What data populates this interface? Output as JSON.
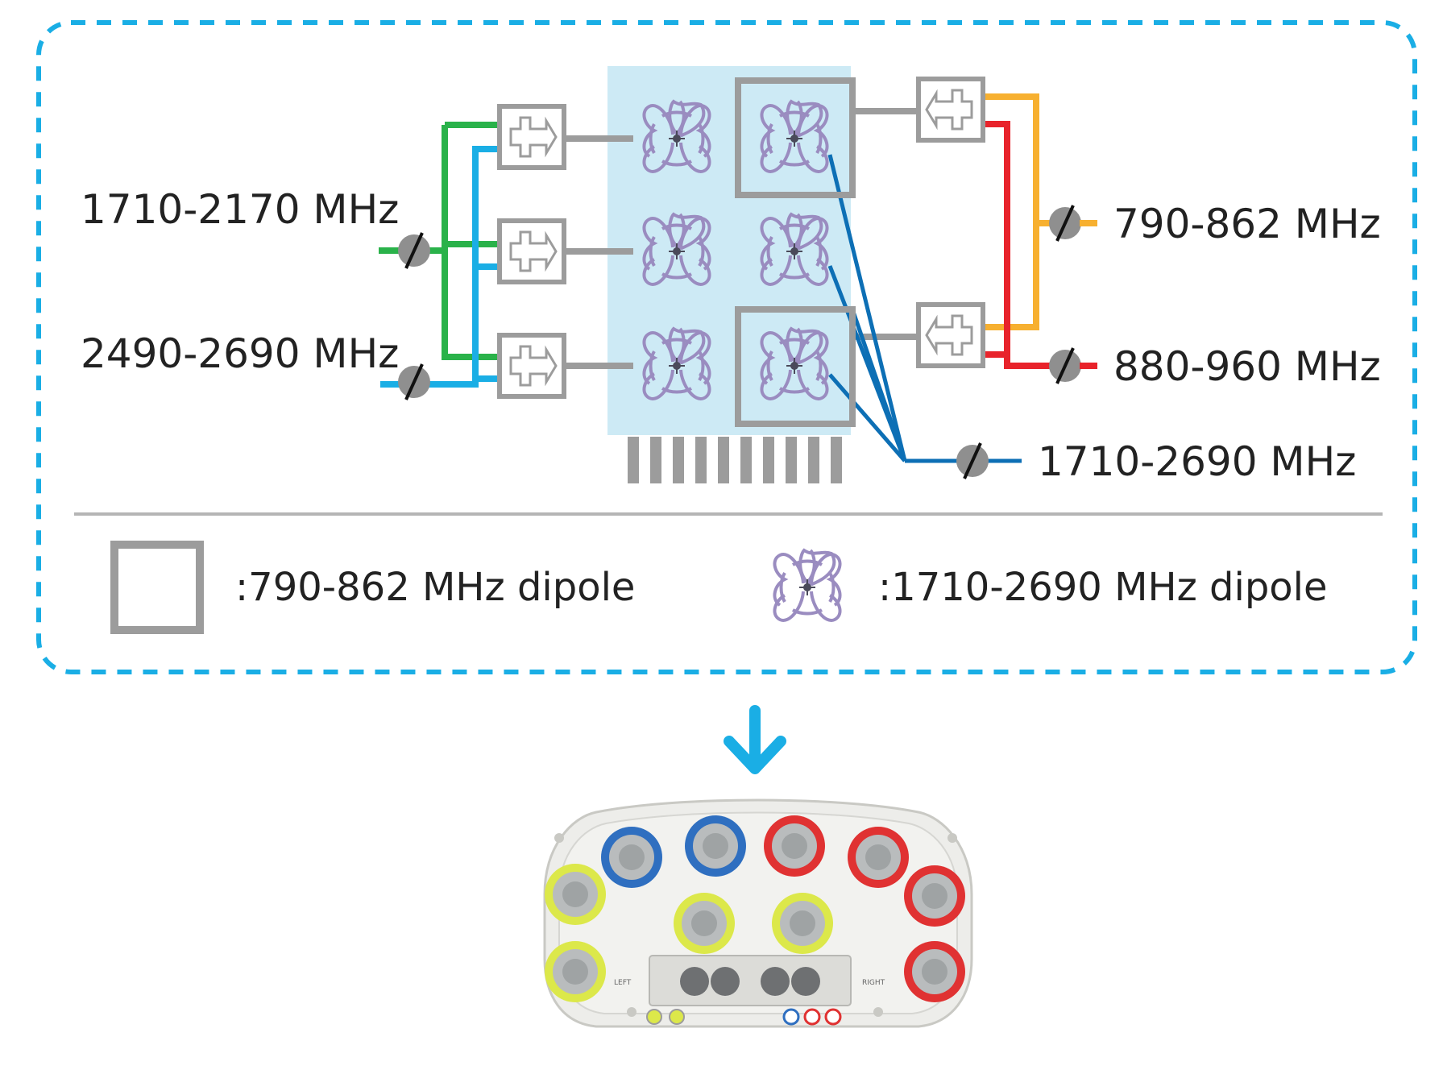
{
  "diagram": {
    "inputs": [
      {
        "id": "in-high",
        "label": "1710-2170 MHz",
        "color": "#2ab24a"
      },
      {
        "id": "in-low",
        "label": "2490-2690 MHz",
        "color": "#1aaee5"
      }
    ],
    "outputs": [
      {
        "id": "out-790",
        "label": "790-862 MHz",
        "color": "#f7b030"
      },
      {
        "id": "out-880",
        "label": "880-960 MHz",
        "color": "#e8232b"
      },
      {
        "id": "out-1710",
        "label": "1710-2690 MHz",
        "color": "#0d6fb5"
      }
    ],
    "legend": {
      "square_label": ":790-862 MHz dipole",
      "cross_label": ":1710-2690 MHz dipole"
    },
    "colors": {
      "frame": "#1aaee5",
      "panel": "#cdeaf5",
      "gray": "#9c9c9c",
      "dipole": "#9a8cc0",
      "arrow": "#1aaee5"
    }
  },
  "device": {
    "left_label": "LEFT",
    "right_label": "RIGHT",
    "connector_colors": {
      "blue": "#2f6fc0",
      "red": "#e03232",
      "yellow": "#dce84a"
    }
  }
}
